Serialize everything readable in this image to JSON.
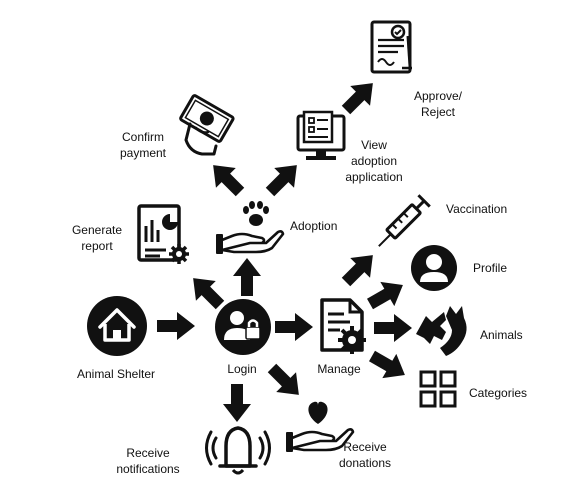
{
  "nodes": {
    "animal_shelter": "Animal Shelter",
    "login": "Login",
    "manage": "Manage",
    "adoption": "Adoption",
    "generate_report": [
      "Generate",
      "report"
    ],
    "confirm_payment": [
      "Confirm",
      "payment"
    ],
    "view_application": [
      "View",
      "adoption",
      "application"
    ],
    "approve_reject": [
      "Approve/",
      "Reject"
    ],
    "vaccination": "Vaccination",
    "profile": "Profile",
    "animals": "Animals",
    "categories": "Categories",
    "receive_notifications": [
      "Receive",
      "notifications"
    ],
    "receive_donations": [
      "Receive",
      "donations"
    ]
  },
  "icons": {
    "animal_shelter": "house-icon",
    "login": "user-lock-icon",
    "manage": "document-gear-icon",
    "adoption": "paw-in-hand-icon",
    "generate_report": "report-chart-gear-icon",
    "confirm_payment": "cash-in-hand-icon",
    "view_application": "computer-form-icon",
    "approve_reject": "contract-signature-icon",
    "vaccination": "syringe-icon",
    "profile": "profile-icon",
    "animals": "dog-cat-icon",
    "categories": "grid-icon",
    "receive_notifications": "bell-icon",
    "receive_donations": "heart-in-hand-icon"
  },
  "colors": {
    "ink": "#111111",
    "background": "#ffffff"
  }
}
